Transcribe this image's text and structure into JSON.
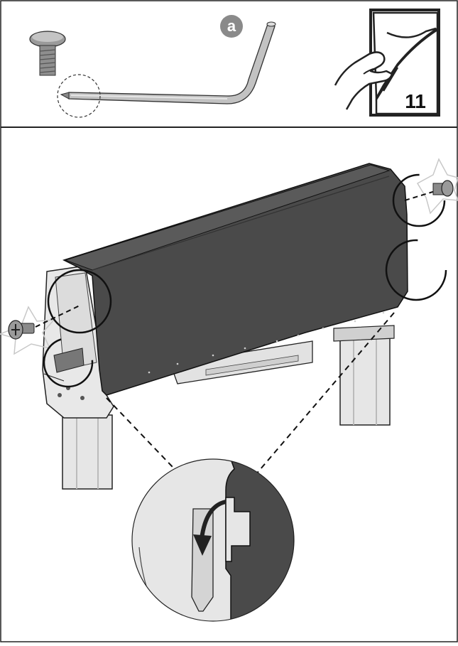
{
  "header_panel": {
    "tool_badge_letter": "a",
    "page_reference": "11",
    "items": [
      "screw-icon",
      "hex-key-icon",
      "turn-page-icon"
    ]
  },
  "main_panel": {
    "callouts": [
      "screw-left-callout",
      "screw-right-callout",
      "hinge-detail-callout"
    ],
    "detail_arrow": "rotate-arrow-icon"
  },
  "colors": {
    "panel_dark": "#4a4a4a",
    "frame_light": "#e8e8e8",
    "frame_mid": "#cfcfcf",
    "outline": "#222222",
    "screw_grey": "#8a8a8a"
  }
}
